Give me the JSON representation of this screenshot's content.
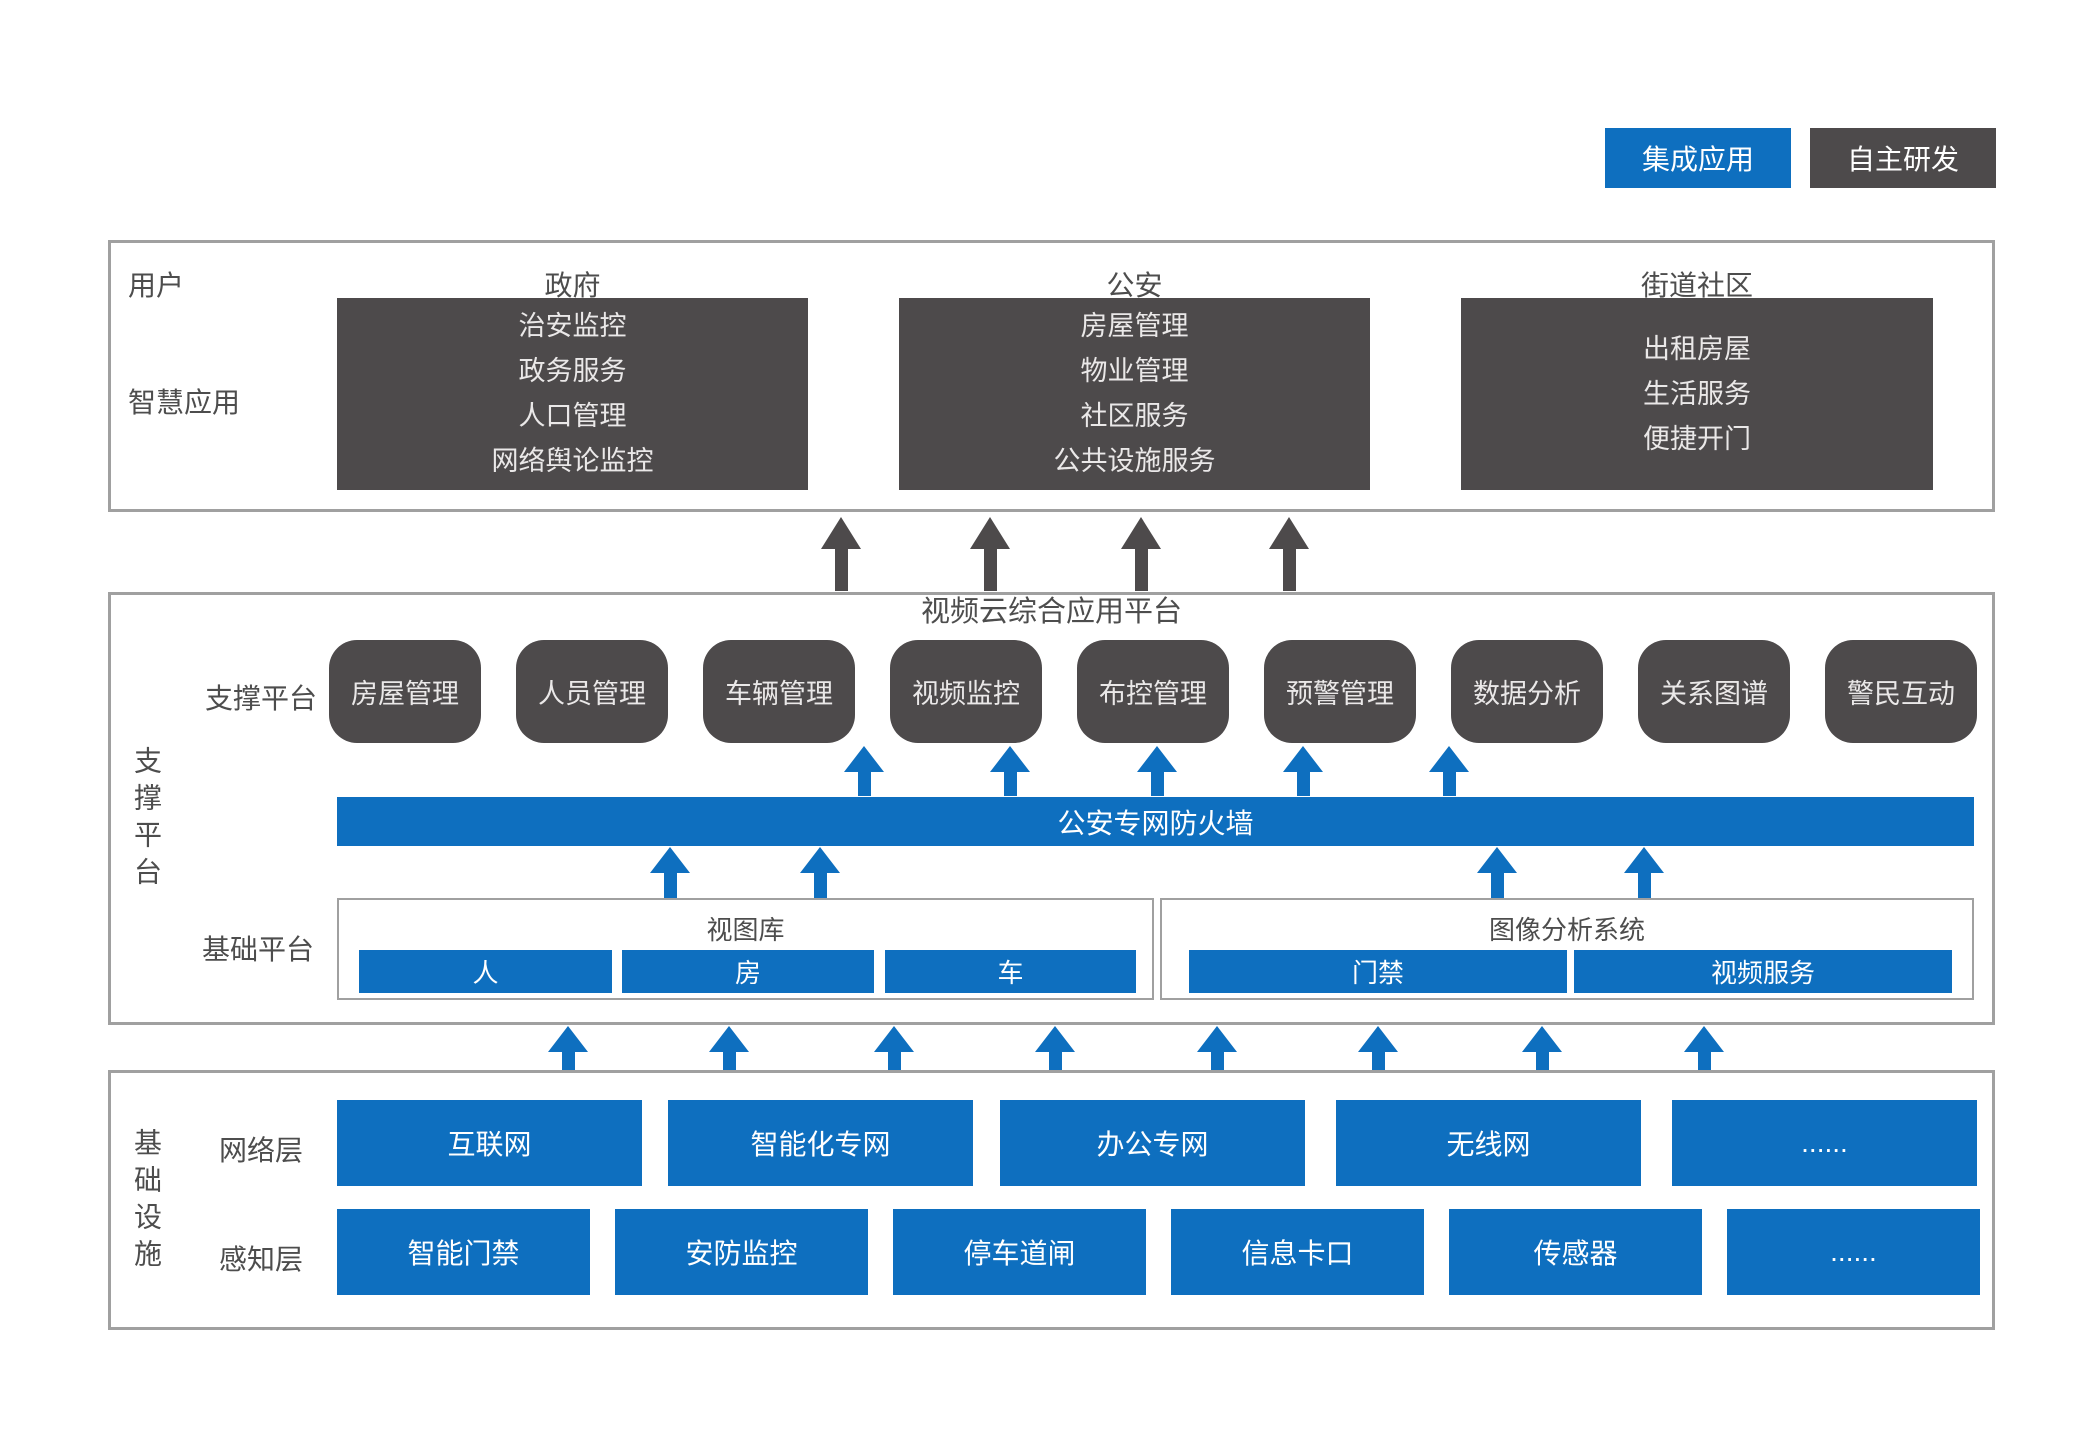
{
  "legend": {
    "integrated": "集成应用",
    "self_developed": "自主研发"
  },
  "user_section": {
    "row1_label": "用户",
    "row2_label": "智慧应用",
    "columns": [
      {
        "header": "政府",
        "items": [
          "治安监控",
          "政务服务",
          "人口管理",
          "网络舆论监控"
        ]
      },
      {
        "header": "公安",
        "items": [
          "房屋管理",
          "物业管理",
          "社区服务",
          "公共设施服务"
        ]
      },
      {
        "header": "街道社区",
        "items": [
          "出租房屋",
          "生活服务",
          "便捷开门"
        ]
      }
    ]
  },
  "platform_section": {
    "side_label": "支撑平台",
    "title": "视频云综合应用平台",
    "support_row_label": "支撑平台",
    "support_modules": [
      "房屋管理",
      "人员管理",
      "车辆管理",
      "视频监控",
      "布控管理",
      "预警管理",
      "数据分析",
      "关系图谱",
      "警民互动"
    ],
    "firewall_label": "公安专网防火墙",
    "base_row_label": "基础平台",
    "base_groups": [
      {
        "title": "视图库",
        "items": [
          "人",
          "房",
          "车"
        ]
      },
      {
        "title": "图像分析系统",
        "items": [
          "门禁",
          "视频服务"
        ]
      }
    ]
  },
  "infra_section": {
    "side_label": "基础设施",
    "network_row": {
      "label": "网络层",
      "items": [
        "互联网",
        "智能化专网",
        "办公专网",
        "无线网",
        "......"
      ]
    },
    "sensing_row": {
      "label": "感知层",
      "items": [
        "智能门禁",
        "安防监控",
        "停车道闸",
        "信息卡口",
        "传感器",
        "......"
      ]
    }
  },
  "colors": {
    "blue": "#0e6fbf",
    "dark": "#4d4a4b",
    "border_gray": "#a0a0a0"
  }
}
